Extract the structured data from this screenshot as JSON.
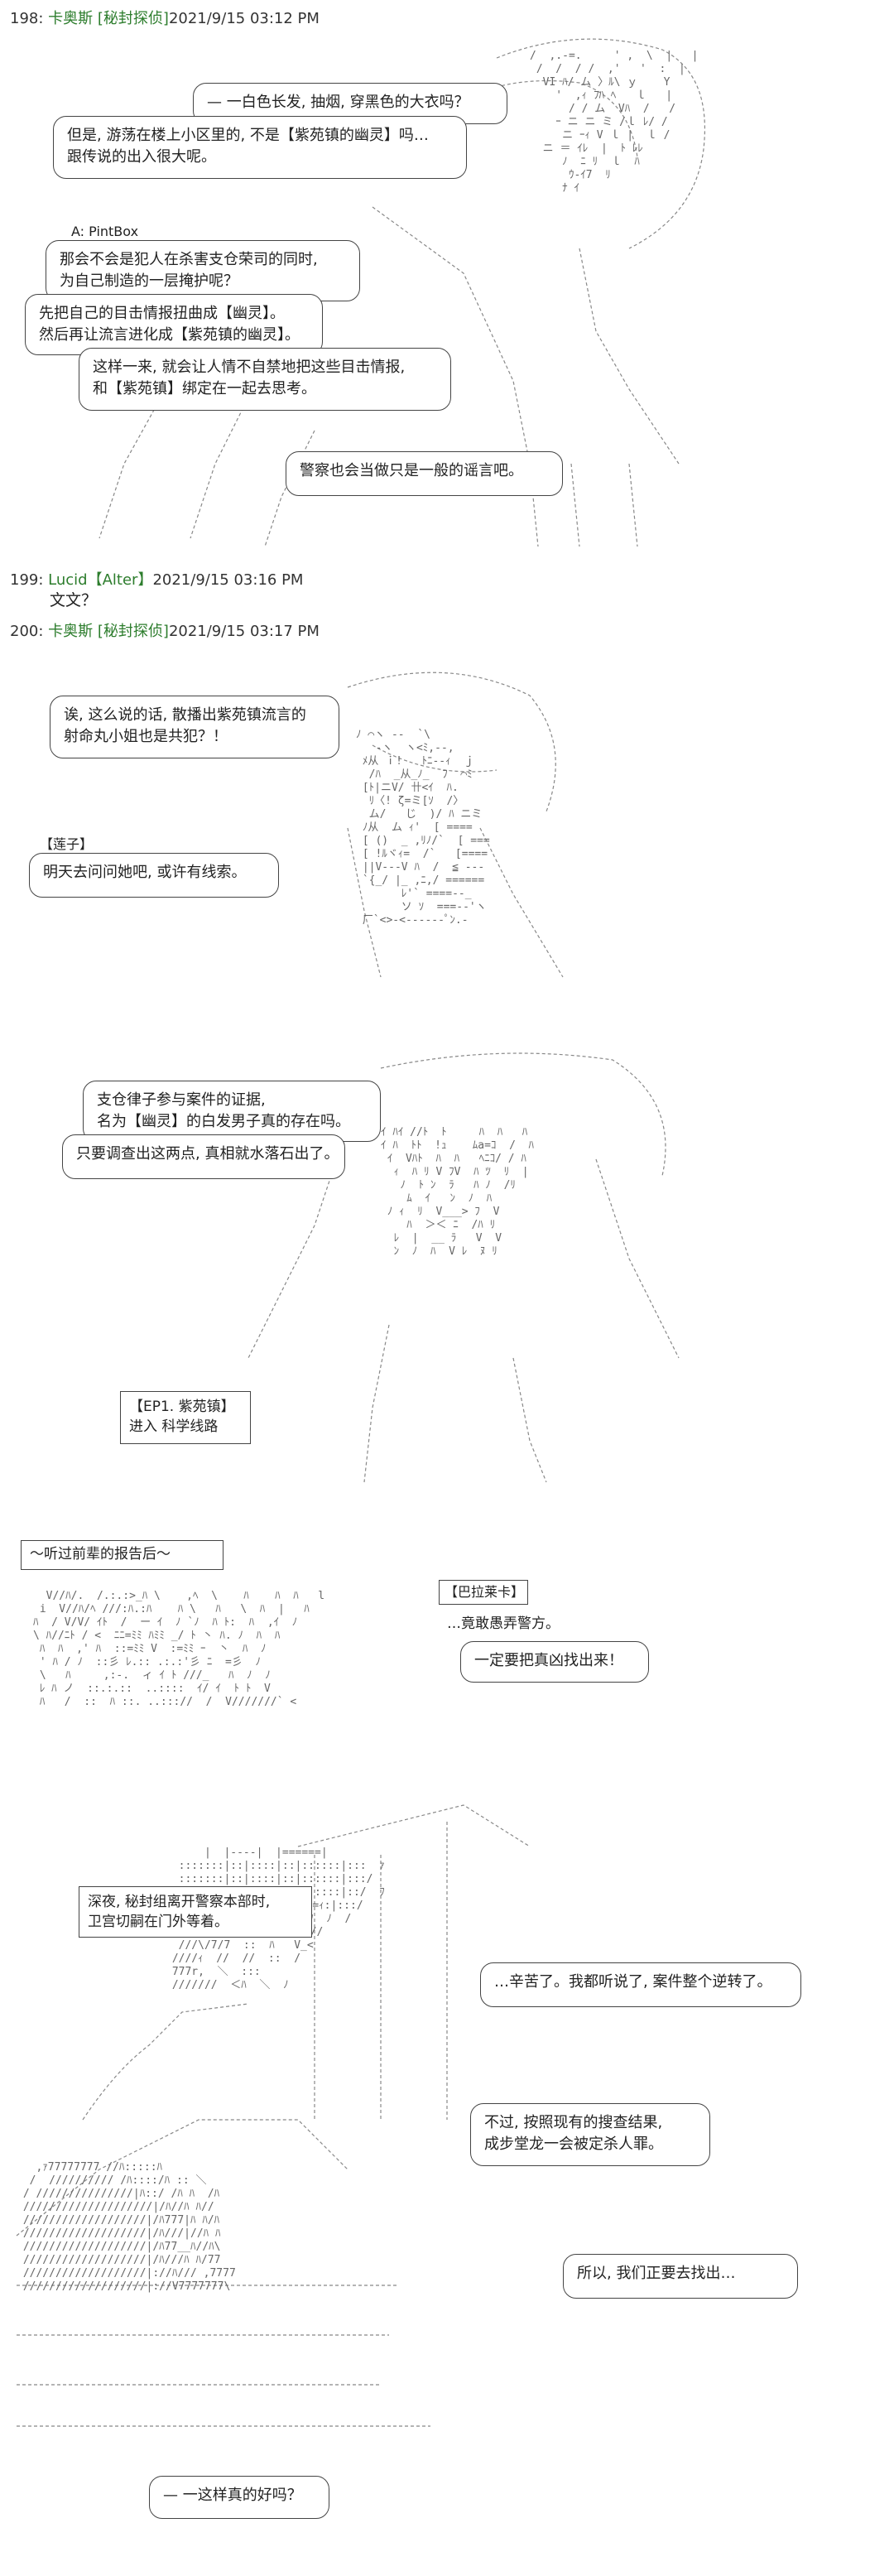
{
  "posts": [
    {
      "number": "198:",
      "name": "卡奥斯 [秘封探侦]",
      "time": "2021/9/15 03:12 PM",
      "bubbles": {
        "b1": "— 一白色长发, 抽烟, 穿黑色的大衣吗？",
        "b2_l1": "但是, 游荡在楼上小区里的, 不是【紫苑镇的幽灵】吗…",
        "b2_l2": "跟传说的出入很大呢。",
        "speaker_label": "A: PintBox",
        "b3_l1": "那会不会是犯人在杀害支仓荣司的同时,",
        "b3_l2": "为自己制造的一层掩护呢？",
        "b4_l1": "先把自己的目击情报扭曲成【幽灵】。",
        "b4_l2": "然后再让流言进化成【紫苑镇的幽灵】。",
        "b5_l1": "这样一来, 就会让人情不自禁地把这些目击情报,",
        "b5_l2": "和【紫苑镇】绑定在一起去思考。",
        "b6": "警察也会当做只是一般的谣言吧。"
      }
    },
    {
      "number": "199:",
      "name": "Lucid【Alter】",
      "time": "2021/9/15 03:16 PM",
      "body": "文文？"
    },
    {
      "number": "200:",
      "name": "卡奥斯 [秘封探侦]",
      "time": "2021/9/15 03:17 PM",
      "bubbles": {
        "b1_l1": "诶, 这么说的话, 散播出紫苑镇流言的",
        "b1_l2": "射命丸小姐也是共犯？！",
        "speaker_label": "【莲子】",
        "b2": "明天去问问她吧, 或许有线索。",
        "b3_l1": "支仓律子参与案件的证据,",
        "b3_l2": "名为【幽灵】的白发男子真的存在吗。",
        "b4": "只要调查出这两点, 真相就水落石出了。",
        "route_l1": "【EP1. 紫苑镇】",
        "route_l2": "进入 科学线路",
        "scene_title": "～听过前辈的报告后～",
        "speaker2": "【巴拉莱卡】",
        "b5": "…竟敢愚弄警方。",
        "b6": "一定要把真凶找出来！",
        "narration_l1": "深夜, 秘封组离开警察本部时,",
        "narration_l2": "卫宫切嗣在门外等着。",
        "b7": "…辛苦了。我都听说了, 案件整个逆转了。",
        "b8_l1": "不过, 按照现有的搜查结果,",
        "b8_l2": "成步堂龙一会被定杀人罪。",
        "b9": "所以, 我们正要去找出…",
        "b10": "— 一这样真的好吗？"
      }
    }
  ],
  "colors": {
    "header_name": "#2d7d2d",
    "text": "#222222",
    "border": "#444444"
  }
}
